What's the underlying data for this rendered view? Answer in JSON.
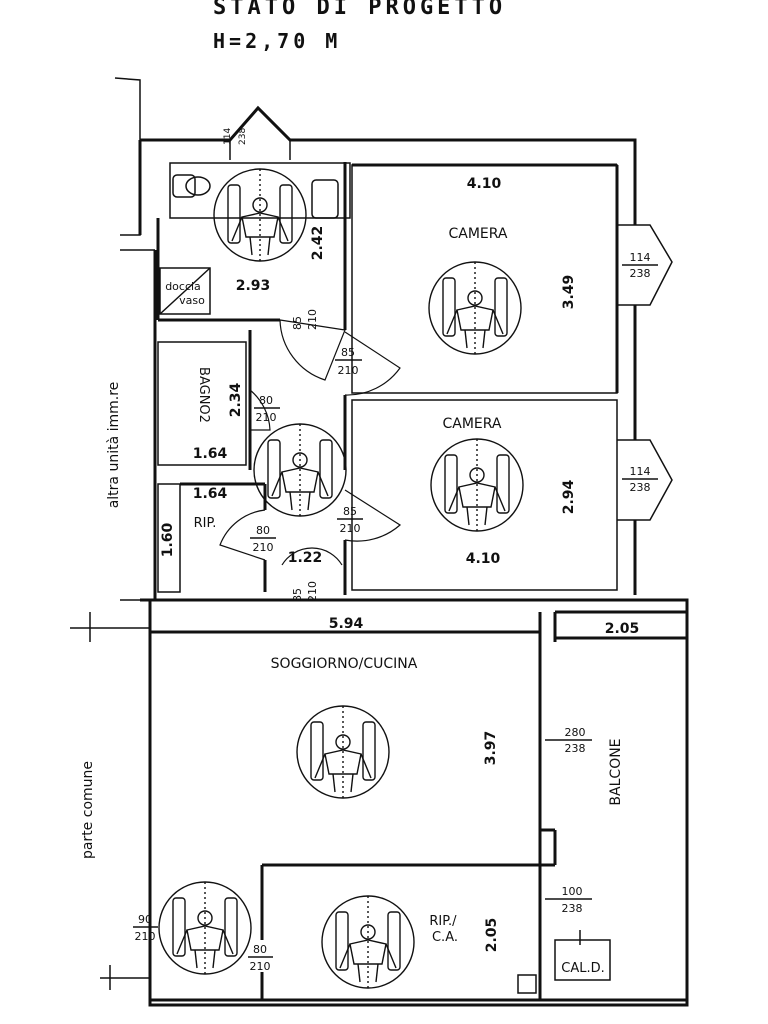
{
  "header": {
    "title": "STATO DI PROGETTO",
    "height_note": "H=2,70 M"
  },
  "rooms": {
    "camera_top": "CAMERA",
    "camera_bottom": "CAMERA",
    "bagno": "BAGNO2",
    "rip_small": "RIP.",
    "soggiorno": "SOGGIORNO/CUCINA",
    "balcone": "BALCONE",
    "rip_ca": "RIP./\nC.A.",
    "cald": "CAL.D.",
    "doccia": "doccia",
    "vaso": "vaso"
  },
  "side_labels": {
    "altra_unita": "altra unità imm.re",
    "parte_comune": "parte comune"
  },
  "dimensions": {
    "bath_top_width": "2.93",
    "bath_top_height": "2.42",
    "camera_top_width": "4.10",
    "camera_top_height": "3.49",
    "bagno2_height": "2.34",
    "bagno2_width": "1.64",
    "rip_width": "1.64",
    "rip_height": "1.60",
    "corridor_width": "1.22",
    "camera_bottom_height": "2.94",
    "camera_bottom_width": "4.10",
    "soggiorno_width": "5.94",
    "soggiorno_height": "3.97",
    "balcone_width": "2.05",
    "rip_ca_height": "2.05"
  },
  "openings": {
    "win_top_left": {
      "top": "114",
      "bottom": "238"
    },
    "win_camera_top": {
      "top": "114",
      "bottom": "238"
    },
    "win_camera_bottom": {
      "top": "114",
      "bottom": "238"
    },
    "win_soggiorno": {
      "top": "280",
      "bottom": "238"
    },
    "win_balcone_low": {
      "top": "100",
      "bottom": "238"
    },
    "door_bath": {
      "top": "85",
      "bottom": "210"
    },
    "door_camera_top": {
      "top": "85",
      "bottom": "210"
    },
    "door_bagno2": {
      "top": "80",
      "bottom": "210"
    },
    "door_camera_bottom": {
      "top": "85",
      "bottom": "210"
    },
    "door_rip": {
      "top": "80",
      "bottom": "210"
    },
    "door_corridor": {
      "top": "85",
      "bottom": "210"
    },
    "door_entry": {
      "top": "90",
      "bottom": "210"
    },
    "door_rip_ca": {
      "top": "80",
      "bottom": "210"
    }
  }
}
